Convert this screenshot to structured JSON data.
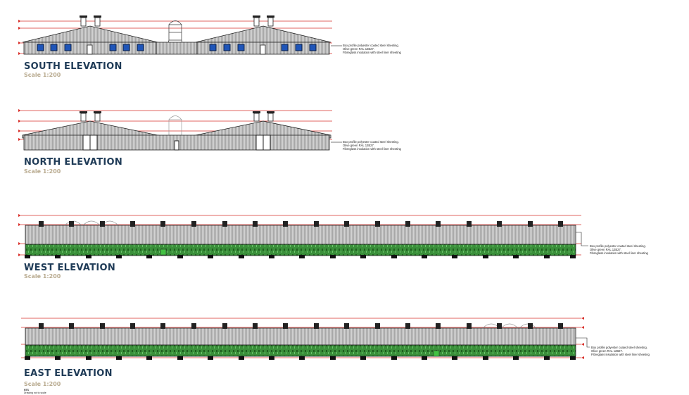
{
  "elevations": {
    "south": {
      "title": "SOUTH ELEVATION",
      "scale": "Scale 1:200"
    },
    "north": {
      "title": "NORTH ELEVATION",
      "scale": "Scale 1:200"
    },
    "west": {
      "title": "WEST ELEVATION",
      "scale": "Scale 1:200"
    },
    "east": {
      "title": "EAST ELEVATION",
      "scale": "Scale 1:200"
    }
  },
  "spec_note": {
    "line1": "Box profile polyester coated steel sheeting.",
    "line2": "Olive green RAL 12B27.",
    "line3": "Fibreglass insulation with steel liner sheeting"
  },
  "footer": {
    "label": "NTS",
    "sublabel": "Drawing not to scale"
  },
  "colors": {
    "title": "#1f3b57",
    "scale": "#b9ab90",
    "level_line": "#d9302b",
    "cladding": "#c9c9c9",
    "base_green": "#3a8f3a",
    "window_blue": "#1f55b8"
  }
}
